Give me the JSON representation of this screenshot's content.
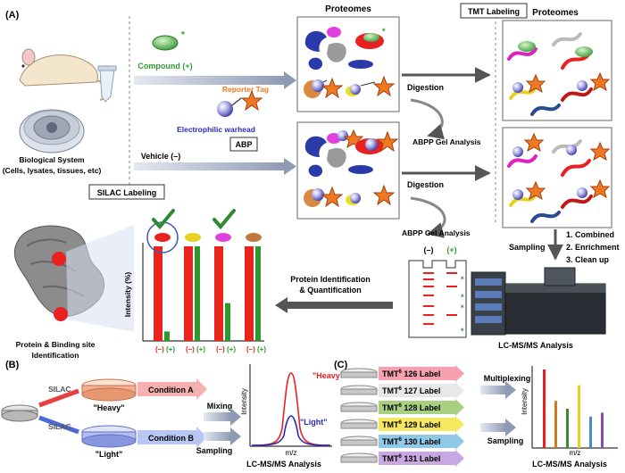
{
  "panel_labels": {
    "a": "(A)",
    "b": "(B)",
    "c": "(C)"
  },
  "colors": {
    "red": "#e8241c",
    "green": "#2e9a2e",
    "orange": "#f07820",
    "blue_text": "#2b2bb8",
    "tmt_pink": "#f6a0b0",
    "tmt_green": "#a8d080",
    "tmt_yellow": "#f6e860",
    "tmt_blue": "#90c8e8",
    "tmt_purple": "#c8a8e0"
  },
  "panel_a": {
    "biological_system": "Biological System",
    "biological_system_detail": "(Cells, lysates, tissues, etc)",
    "compound": "Compound (+)",
    "vehicle": "Vehicle (–)",
    "reporter_tag": "Reporter Tag",
    "electrophilic_warhead": "Electrophilic warhead",
    "abp": "ABP",
    "silac_labeling": "SILAC Labeling",
    "proteomes_1": "Proteomes",
    "proteomes_2": "Proteomes",
    "tmt_labeling": "TMT Labeling",
    "digestion_1": "Digestion",
    "digestion_2": "Digestion",
    "abpp_gel_1": "ABPP Gel Analysis",
    "abpp_gel_2": "ABPP Gel Analysis",
    "gel_minus": "(–)",
    "gel_plus": "(+)",
    "sampling": "Sampling",
    "steps": [
      "1. Combined",
      "2. Enrichment",
      "3. Clean up"
    ],
    "lcms": "LC-MS/MS Analysis",
    "protein_id_1": "Protein Identification",
    "protein_id_2": "& Quantification",
    "binding_site_1": "Protein & Binding site",
    "binding_site_2": "Identification",
    "intensity_label": "Intensity (%)",
    "bar_labels_minus": [
      "(–)",
      "(–)",
      "(–)",
      "(–)"
    ],
    "bar_labels_plus": [
      "(+)",
      "(+)",
      "(+)",
      "(+)"
    ]
  },
  "panel_b": {
    "silac_1": "SILAC",
    "silac_2": "SILAC",
    "condition_a": "Condition A",
    "condition_b": "Condition B",
    "heavy": "\"Heavy\"",
    "light": "\"Light\"",
    "mixing": "Mixing",
    "sampling": "Sampling",
    "peak_heavy": "\"Heavy\"",
    "peak_light": "\"Light\"",
    "intensity": "Intensity",
    "mz": "m/z",
    "lcms": "LC-MS/MS Analysis"
  },
  "panel_c": {
    "tmt_base": "TMT",
    "tmt_sup": "6",
    "labels": [
      "126 Label",
      "127 Label",
      "128 Label",
      "129 Label",
      "130 Label",
      "131 Label"
    ],
    "multiplexing": "Multiplexing",
    "sampling": "Sampling",
    "intensity": "Intensity",
    "mz": "m/z",
    "lcms": "LC-MS/MS Analysis"
  },
  "chart_data": [
    {
      "type": "bar",
      "categories": [
        "red",
        "yellow",
        "magenta",
        "brown"
      ],
      "series": [
        {
          "name": "(–)",
          "values": [
            100,
            100,
            100,
            100
          ]
        },
        {
          "name": "(+)",
          "values": [
            10,
            100,
            40,
            100
          ]
        }
      ],
      "ylabel": "Intensity (%)"
    },
    {
      "type": "line",
      "series": [
        {
          "name": "\"Heavy\"",
          "values": [
            100
          ]
        },
        {
          "name": "\"Light\"",
          "values": [
            40
          ]
        }
      ],
      "xlabel": "m/z",
      "ylabel": "Intensity"
    },
    {
      "type": "bar",
      "categories": [
        "126",
        "127",
        "128",
        "129",
        "130",
        "131"
      ],
      "values": [
        100,
        60,
        50,
        80,
        40,
        45
      ],
      "xlabel": "m/z",
      "ylabel": "Intensity"
    }
  ]
}
